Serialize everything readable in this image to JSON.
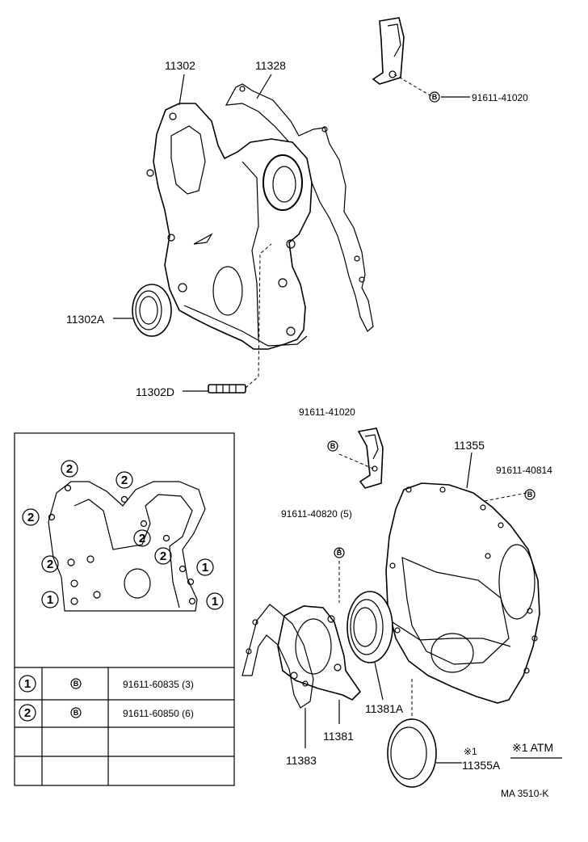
{
  "callouts": {
    "p11302": "11302",
    "p11328": "11328",
    "p11302A": "11302A",
    "p11302D": "11302D",
    "bolt_top": "91611-41020",
    "bolt_mid": "91611-41020",
    "p11355": "11355",
    "bolt_40814": "91611-40814",
    "bolt_40820": "91611-40820 (5)",
    "p11381A": "11381A",
    "p11381": "11381",
    "p11383": "11383",
    "p11355A": "11355A",
    "atm_mark": "※1",
    "atm_note": "※1 ATM",
    "drawing_code": "MA 3510-K"
  },
  "symbols": {
    "bolt_marker": "B",
    "num1": "1",
    "num2": "2"
  },
  "legend_table": {
    "rows": [
      {
        "num": "1",
        "symbol": "B",
        "part": "91611-60835 (3)"
      },
      {
        "num": "2",
        "symbol": "B",
        "part": "91611-60850 (6)"
      },
      {
        "num": "",
        "symbol": "",
        "part": ""
      },
      {
        "num": "",
        "symbol": "",
        "part": ""
      }
    ]
  }
}
